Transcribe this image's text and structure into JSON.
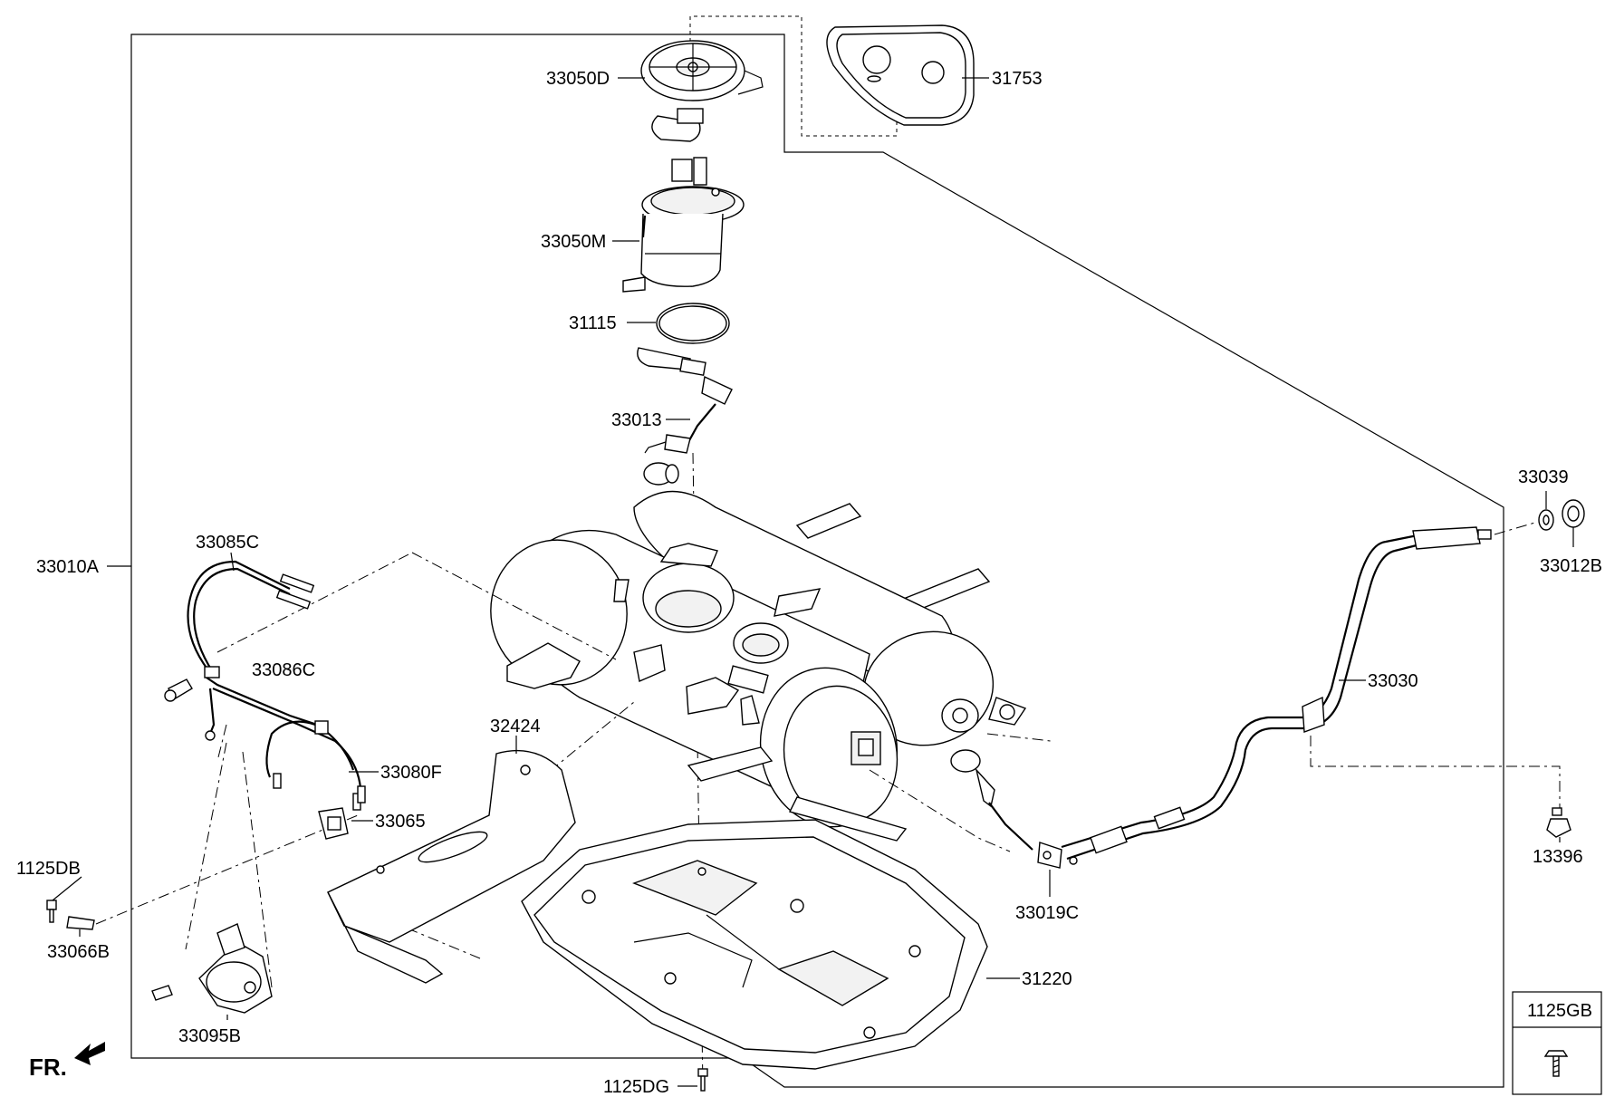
{
  "diagram": {
    "labels": {
      "l33050D": "33050D",
      "l31753": "31753",
      "l33050M": "33050M",
      "l31115": "31115",
      "l33013": "33013",
      "l33010A": "33010A",
      "l33085C": "33085C",
      "l33086C": "33086C",
      "l33080F": "33080F",
      "l33065": "33065",
      "l32424": "32424",
      "l1125DB": "1125DB",
      "l33066B": "33066B",
      "l33095B": "33095B",
      "l31220": "31220",
      "l1125DG": "1125DG",
      "l33019C": "33019C",
      "l33030": "33030",
      "l33039": "33039",
      "l33012B": "33012B",
      "l13396": "13396"
    },
    "fr_label": "FR.",
    "legend_box": {
      "title": "1125GB"
    }
  }
}
